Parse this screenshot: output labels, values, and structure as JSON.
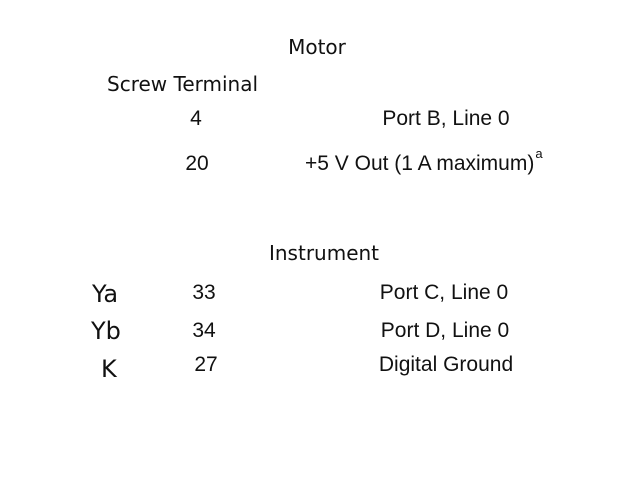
{
  "motor": {
    "title": "Motor",
    "column_header": "Screw Terminal",
    "rows": [
      {
        "terminal": "4",
        "signal": "Port B, Line 0"
      },
      {
        "terminal": "20",
        "signal": "+5 V Out (1 A maximum)",
        "footnote": "a"
      }
    ]
  },
  "instrument": {
    "title": "Instrument",
    "rows": [
      {
        "label": "Ya",
        "terminal": "33",
        "signal": "Port C, Line 0"
      },
      {
        "label": "Yb",
        "terminal": "34",
        "signal": "Port D, Line 0"
      },
      {
        "label": "K",
        "terminal": "27",
        "signal": "Digital Ground"
      }
    ]
  }
}
